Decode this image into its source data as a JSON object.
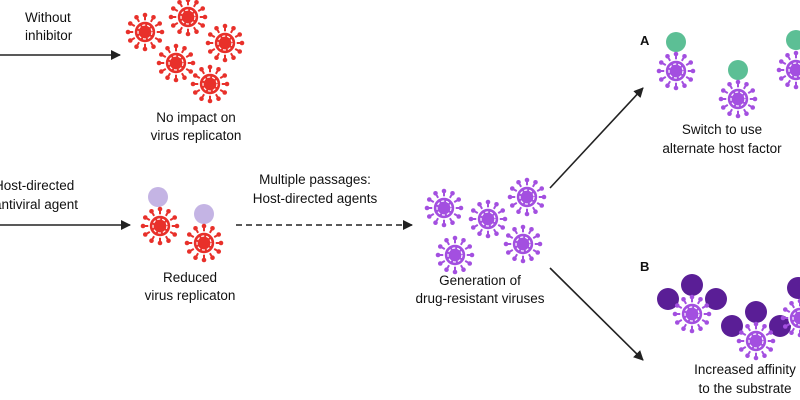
{
  "labels": {
    "without_inhibitor": [
      "Without",
      "inhibitor"
    ],
    "no_impact": [
      "No impact on",
      "virus replicaton"
    ],
    "host_directed": [
      "Host-directed",
      "antiviral agent"
    ],
    "reduced": [
      "Reduced",
      "virus replicaton"
    ],
    "passages": [
      "Multiple passages:",
      "Host-directed agents"
    ],
    "generation": [
      "Generation of",
      "drug-resistant viruses"
    ],
    "switch": [
      "Switch to use",
      "alternate host factor"
    ],
    "affinity": [
      "Increased affinity",
      "to the substrate"
    ]
  },
  "panels": {
    "a": "A",
    "b": "B"
  },
  "colors": {
    "red_virus": "#e8302a",
    "purple_virus": "#a34fe0",
    "dark_purple": "#5a1e96",
    "teal_factor": "#5cbf95",
    "lavender_factor": "#c4b4e4",
    "arrow": "#222222"
  }
}
